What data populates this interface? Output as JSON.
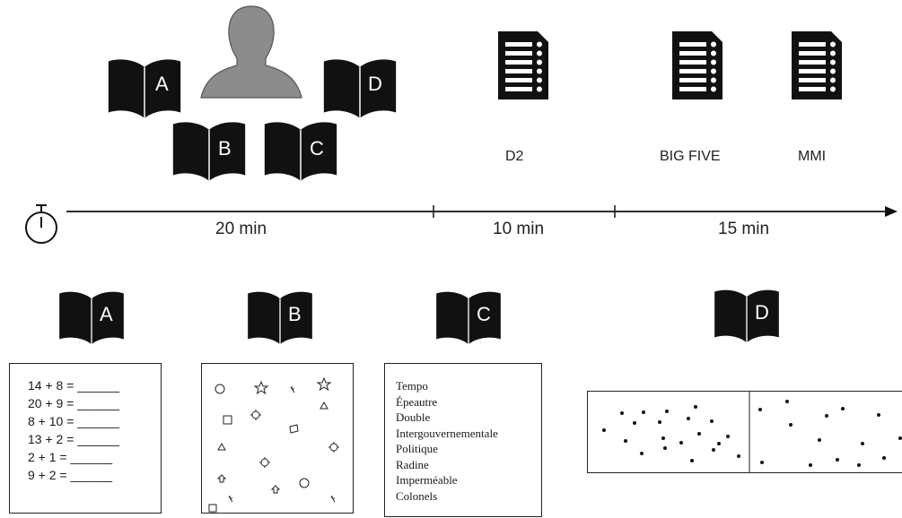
{
  "top": {
    "booklets": [
      "A",
      "D",
      "B",
      "C"
    ],
    "questionnaires": [
      {
        "label": "D2"
      },
      {
        "label": "BIG FIVE"
      },
      {
        "label": "MMI"
      }
    ]
  },
  "timeline": {
    "segments": [
      "20 min",
      "10 min",
      "15 min"
    ]
  },
  "bottom": {
    "booklet_labels": [
      "A",
      "B",
      "C",
      "D"
    ],
    "arithmetic": [
      "14 + 8 = ______",
      "20 + 9 = ______",
      "8 + 10 = ______",
      "13 + 2 = ______",
      "2 + 1 = ______",
      "9 + 2 = ______"
    ],
    "words": [
      "Tempo",
      "Épeautre",
      "Double",
      "Intergouvernementale",
      "Politique",
      "Radine",
      "Imperméable",
      "Colonels"
    ]
  },
  "colors": {
    "ink": "#111111",
    "head": "#8c8c8c"
  }
}
